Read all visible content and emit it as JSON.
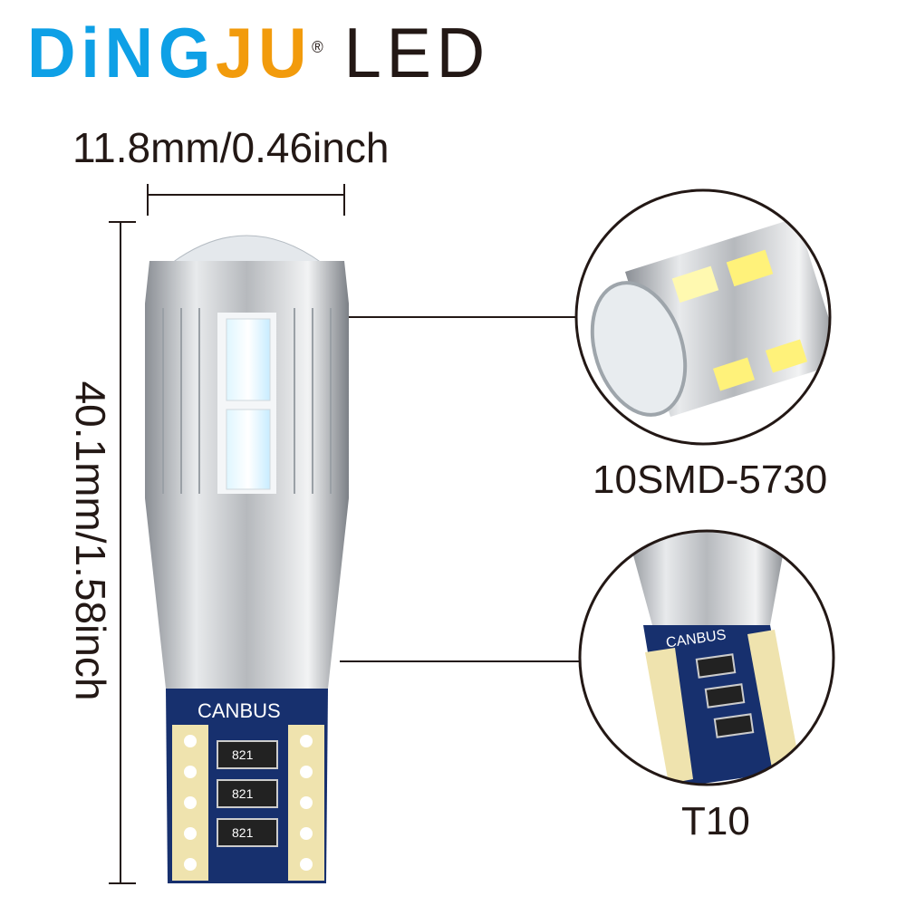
{
  "brand": {
    "part1": "DiNG",
    "part2": "JU",
    "registered": "®",
    "part3": "LED",
    "colors": {
      "blue": "#0ea0e6",
      "orange": "#f29b0c",
      "dark": "#231815"
    }
  },
  "dimensions": {
    "width": "11.8mm/0.46inch",
    "height": "40.1mm/1.58inch"
  },
  "product": {
    "base_label": "CANBUS",
    "resistor_code": "821"
  },
  "callouts": {
    "led_label": "10SMD-5730",
    "base_label": "T10"
  }
}
